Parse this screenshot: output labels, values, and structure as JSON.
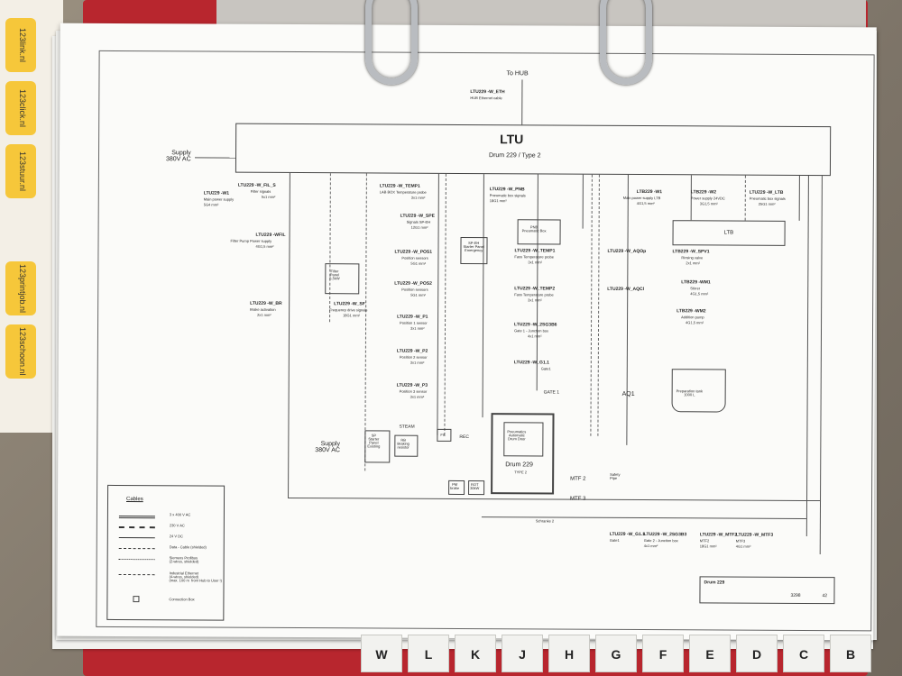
{
  "stickers": [
    "123link.nl",
    "123click.nl",
    "123stuur.nl",
    "123printjob.nl",
    "123schoon.nl"
  ],
  "top": {
    "to_hub": "To HUB",
    "eth_cable": "LTU229 -W_ETH",
    "eth_desc": "HUB Ethernet cable"
  },
  "ltu": {
    "title": "LTU",
    "subtitle": "Drum 229 / Type 2",
    "supply": "Supply\n380V AC"
  },
  "ltb": {
    "title": "LTB"
  },
  "left_cables": [
    {
      "id": "LTU229 -W_FIL_S",
      "desc": "Filter signals",
      "spec": "5x1 mm²"
    },
    {
      "id": "LTU229 -W1",
      "desc": "Main power supply",
      "spec": "5G4 mm²"
    },
    {
      "id": "LTU229 -WFIL",
      "desc": "Filter Pump Power supply",
      "spec": "4G1,5 mm²"
    },
    {
      "id": "LTU229 -W_BR",
      "desc": "Brake activation",
      "spec": "2x1 mm²"
    },
    {
      "id": "LTU229 -W_SF",
      "desc": "Frequency drive signals",
      "spec": "18G1 mm²"
    }
  ],
  "mid_cables": [
    {
      "id": "LTU229 -W_TEMP1",
      "desc": "LAB BOX Temperature probe",
      "spec": "3x1 mm²"
    },
    {
      "id": "LTU229 -W_SPE",
      "desc": "Signals SP-EH",
      "spec": "12G1 mm²"
    },
    {
      "id": "LTU229 -W_POS1",
      "desc": "Position sensors",
      "spec": "5G1 mm²"
    },
    {
      "id": "LTU229 -W_POS2",
      "desc": "Position sensors",
      "spec": "5G1 mm²"
    },
    {
      "id": "LTU229 -W_P1",
      "desc": "Position 1 sensor",
      "spec": "3x1 mm²"
    },
    {
      "id": "LTU229 -W_P2",
      "desc": "Position 2 sensor",
      "spec": "3x1 mm²"
    },
    {
      "id": "LTU229 -W_P3",
      "desc": "Position 3 sensor",
      "spec": "3x1 mm²"
    }
  ],
  "center_cables": [
    {
      "id": "LTU229 -W_PNB",
      "desc": "Pneumatic box signals",
      "spec": "18G1 mm²"
    },
    {
      "id": "LTU229 -W_TEMP1",
      "desc": "Fass Temperature probe",
      "spec": "3x1 mm²"
    },
    {
      "id": "LTU229 -W_TEMP2",
      "desc": "Fass Temperature probe",
      "spec": "3x1 mm²"
    },
    {
      "id": "LTU229 -W_2SG3B6",
      "desc": "Gate 1 - Junction box",
      "spec": "4x1 mm²"
    },
    {
      "id": "LTU229 -W_G1.1",
      "desc": "Gate1",
      "spec": ""
    }
  ],
  "right_cables": [
    {
      "id": "LTB229 -W1",
      "desc": "Main power supply LTB",
      "spec": "4G1,5 mm²"
    },
    {
      "id": "LTB229 -W2",
      "desc": "Power supply 24VDC",
      "spec": "3G1,5 mm²"
    },
    {
      "id": "LTU229 -W_LTB",
      "desc": "Pneumatic box signals",
      "spec": "25G1 mm²"
    },
    {
      "id": "LTB229 -W_SPV1",
      "desc": "Rinsing valve",
      "spec": "2x1 mm²"
    },
    {
      "id": "LTB229 -WM1",
      "desc": "Stirrer",
      "spec": "4G1,5 mm²"
    },
    {
      "id": "LTB229 -WM2",
      "desc": "Addition pump",
      "spec": "4G1,5 mm²"
    }
  ],
  "aq": {
    "a": "LTU229 -W_AQOp",
    "b": "LTU229 -W_AQCl"
  },
  "bottom_cables": [
    {
      "id": "LTU229 -W_G1.1",
      "desc": "Gate1"
    },
    {
      "id": "LTU229 -W_2SG3B3",
      "desc": "Gate 2 - Junction box",
      "spec": "4x1 mm²"
    },
    {
      "id": "LTU229 -W_MTF2",
      "desc": "MTF2",
      "spec": "18G1 mm²"
    },
    {
      "id": "LTU229 -W_MTF3",
      "desc": "MTF3",
      "spec": "4G1 mm²"
    }
  ],
  "devices": {
    "filter_panel": "Filter\nPanel\n5,5kW",
    "pnb": "PNB\nPneumatic Box",
    "sp_eh": "SP-EH\nStarter Panel\nEmergency",
    "sp_panel": "SP\nStarter\nPanel\nExisting",
    "rb": "RB\nBraking\nresistor",
    "fil": "FIL",
    "rec": "REC",
    "drum_door": "Pneumatics\nAutomatic\nDrum Door",
    "drum": "Drum 229",
    "drum_type": "TYPE 2",
    "pm_brake": "PM\nbrake",
    "rot": "ROT\n30kW",
    "mtf2": "MTF 2",
    "mtf3": "MTF 3",
    "gate1": "GATE 1",
    "aq1": "AQ1",
    "steam": "STEAM",
    "safety_pipe": "Safety\nPipe",
    "prep_tank": "Preparation tank\n1000 L",
    "schranke": "Schranke 2",
    "supply2": "Supply\n380V AC"
  },
  "legend": {
    "title": "Cables",
    "items": [
      "3 x 400 V AC",
      "230 V AC",
      "24 V DC",
      "Data - Cable (shielded)",
      "Siemens Profibus\n(2-wires, shielded)",
      "Industrial Ethernet\n(4-wires, shielded)\n(max. 100 m  from Hub to User !)",
      "Connection Box"
    ]
  },
  "title_block": {
    "project": "Drum 229",
    "drawing_no": "3298",
    "sheet": "42"
  },
  "index_tabs": [
    "W",
    "L",
    "K",
    "J",
    "H",
    "G",
    "F",
    "E",
    "D",
    "C",
    "B"
  ]
}
